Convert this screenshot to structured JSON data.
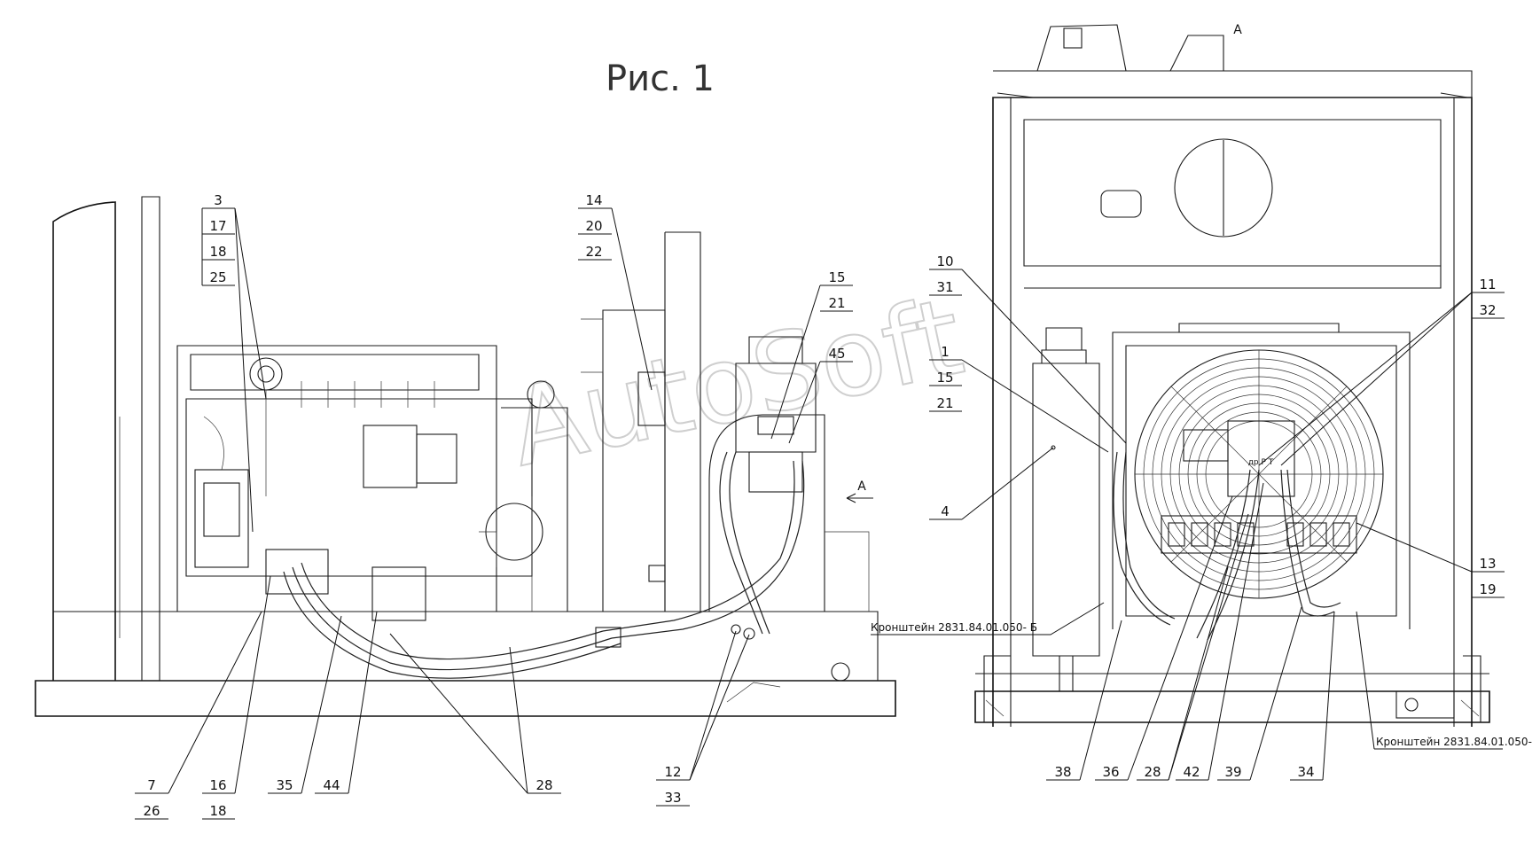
{
  "title": "Рис. 1",
  "watermark": "AutoSoft",
  "view_marker": "А",
  "view_arrow_label": "А",
  "bracket_labels": {
    "left": "Кронштейн 2831.84.01.050- Б",
    "right": "Кронштейн 2831.84.01.050-"
  },
  "left_view": {
    "callouts_top_left": [
      "3",
      "17",
      "18",
      "25"
    ],
    "callouts_top_mid": [
      "14",
      "20",
      "22"
    ],
    "callouts_top_right": [
      "15",
      "21"
    ],
    "callout_45": "45",
    "callouts_bottom": {
      "c7": "7",
      "c26": "26",
      "c16": "16",
      "c18": "18",
      "c35": "35",
      "c44": "44",
      "c28": "28",
      "c12": "12",
      "c33": "33"
    }
  },
  "right_view": {
    "callouts_left_top": [
      "10",
      "31"
    ],
    "callouts_left_mid": [
      "1",
      "15",
      "21"
    ],
    "callout_4": "4",
    "callouts_right_top": [
      "11",
      "32"
    ],
    "callouts_right_bottom": [
      "13",
      "19"
    ],
    "port_marks": "др Р Т",
    "callouts_bottom": {
      "c38": "38",
      "c36": "36",
      "c28": "28",
      "c42": "42",
      "c39": "39",
      "c34": "34"
    }
  }
}
